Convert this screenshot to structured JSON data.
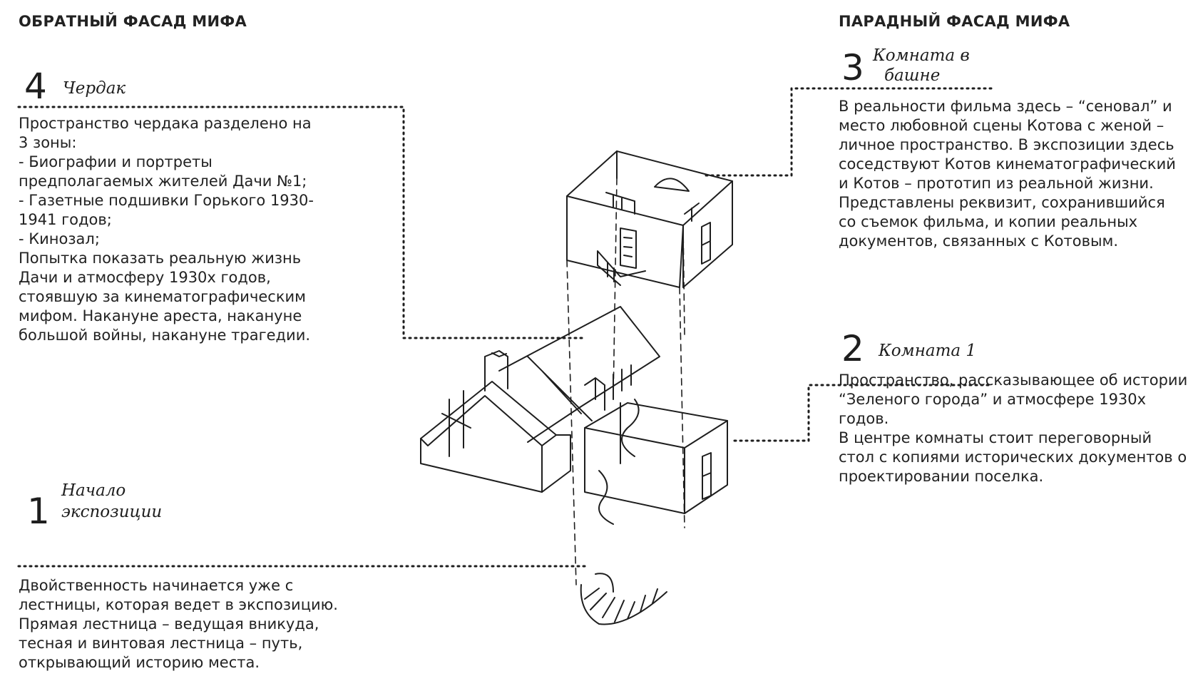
{
  "headers": {
    "left": "ОБРАТНЫЙ ФАСАД МИФА",
    "right": "ПАРАДНЫЙ ФАСАД МИФА"
  },
  "sections": {
    "attic": {
      "number": "4",
      "title": "Чердак",
      "text": "Пространство чердака разделено на\n3 зоны:\n- Биографии и портреты\nпредполагаемых жителей Дачи №1;\n- Газетные подшивки Горького 1930-\n1941 годов;\n- Кинозал;\nПопытка показать реальную жизнь\nДачи и атмосферу 1930х годов,\nстоявшую за кинематографическим\nмифом. Накануне ареста, накануне\nбольшой войны, накануне трагедии."
    },
    "tower": {
      "number": "3",
      "title_line1": "Комната в",
      "title_line2": "башне",
      "text": "В реальности фильма здесь – “сеновал” и\nместо любовной сцены Котова с женой –\nличное пространство. В экспозиции здесь\nсоседствуют Котов кинематографический\nи Котов – прототип из реальной жизни.\nПредставлены реквизит, сохранившийся\nсо съемок фильма, и копии реальных\nдокументов, связанных с Котовым."
    },
    "room1": {
      "number": "2",
      "title": "Комната 1",
      "text": "Пространство, рассказывающее об истории\n“Зеленого города” и атмосфере 1930х годов.\nВ центре комнаты стоит переговорный\nстол с копиями исторических документов о\nпроектировании поселка."
    },
    "start": {
      "number": "1",
      "title_line1": "Начало",
      "title_line2": "экспозиции",
      "text": "Двойственность начинается уже с\nлестницы, которая ведет в экспозицию.\nПрямая лестница – ведущая вникуда,\nтесная и винтовая лестница – путь,\nоткрывающий историю места."
    }
  },
  "colors": {
    "ink": "#1e1e1e",
    "background": "#ffffff"
  }
}
